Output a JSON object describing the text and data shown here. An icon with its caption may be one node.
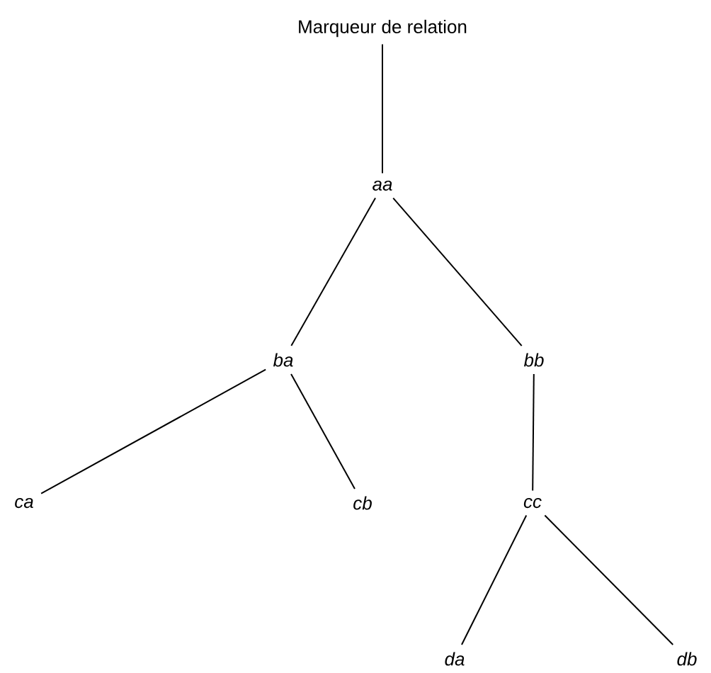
{
  "diagram": {
    "nodes": [
      {
        "text": [
          "Marqueur de relation"
        ]
      },
      {
        "text": [
          "aa"
        ]
      },
      {
        "text": [
          "ba"
        ]
      },
      {
        "text": [
          "bb"
        ]
      },
      {
        "text": [
          "ca"
        ]
      },
      {
        "text": [
          "cb"
        ]
      },
      {
        "text": [
          "cc"
        ]
      },
      {
        "text": [
          "da"
        ]
      },
      {
        "text": [
          "db"
        ]
      }
    ],
    "edges": [
      {
        "from": 0,
        "to": 1,
        "arrow": "none"
      },
      {
        "from": 1,
        "to": 2,
        "arrow": "none"
      },
      {
        "from": 1,
        "to": 3,
        "arrow": "none"
      },
      {
        "from": 2,
        "to": 4,
        "arrow": "none"
      },
      {
        "from": 2,
        "to": 5,
        "arrow": "none"
      },
      {
        "from": 3,
        "to": 6,
        "arrow": "none"
      },
      {
        "from": 6,
        "to": 7,
        "arrow": "none"
      },
      {
        "from": 6,
        "to": 8,
        "arrow": "none"
      }
    ]
  }
}
